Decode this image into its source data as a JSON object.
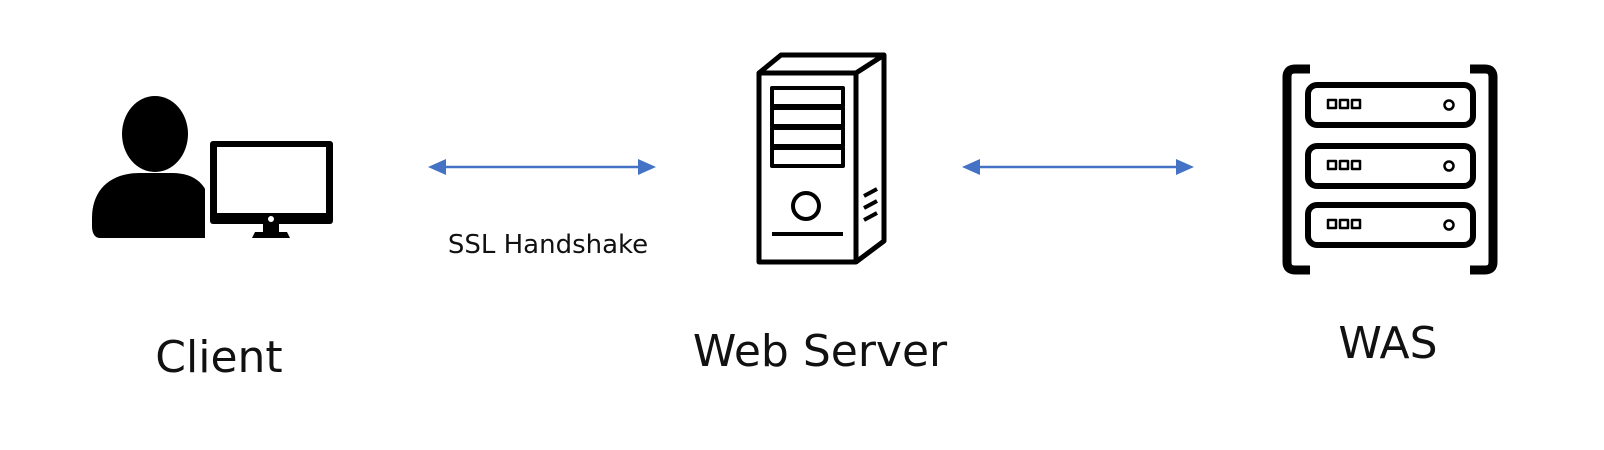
{
  "nodes": {
    "client": {
      "label": "Client",
      "icon": "user-computer-icon"
    },
    "web_server": {
      "label": "Web Server",
      "icon": "server-tower-icon"
    },
    "was": {
      "label": "WAS",
      "icon": "server-rack-icon"
    }
  },
  "edges": [
    {
      "from": "client",
      "to": "web_server",
      "label": "SSL Handshake",
      "direction": "both"
    },
    {
      "from": "web_server",
      "to": "was",
      "label": "",
      "direction": "both"
    }
  ],
  "colors": {
    "arrow": "#4472C4",
    "icon": "#000000",
    "text": "#111111"
  }
}
